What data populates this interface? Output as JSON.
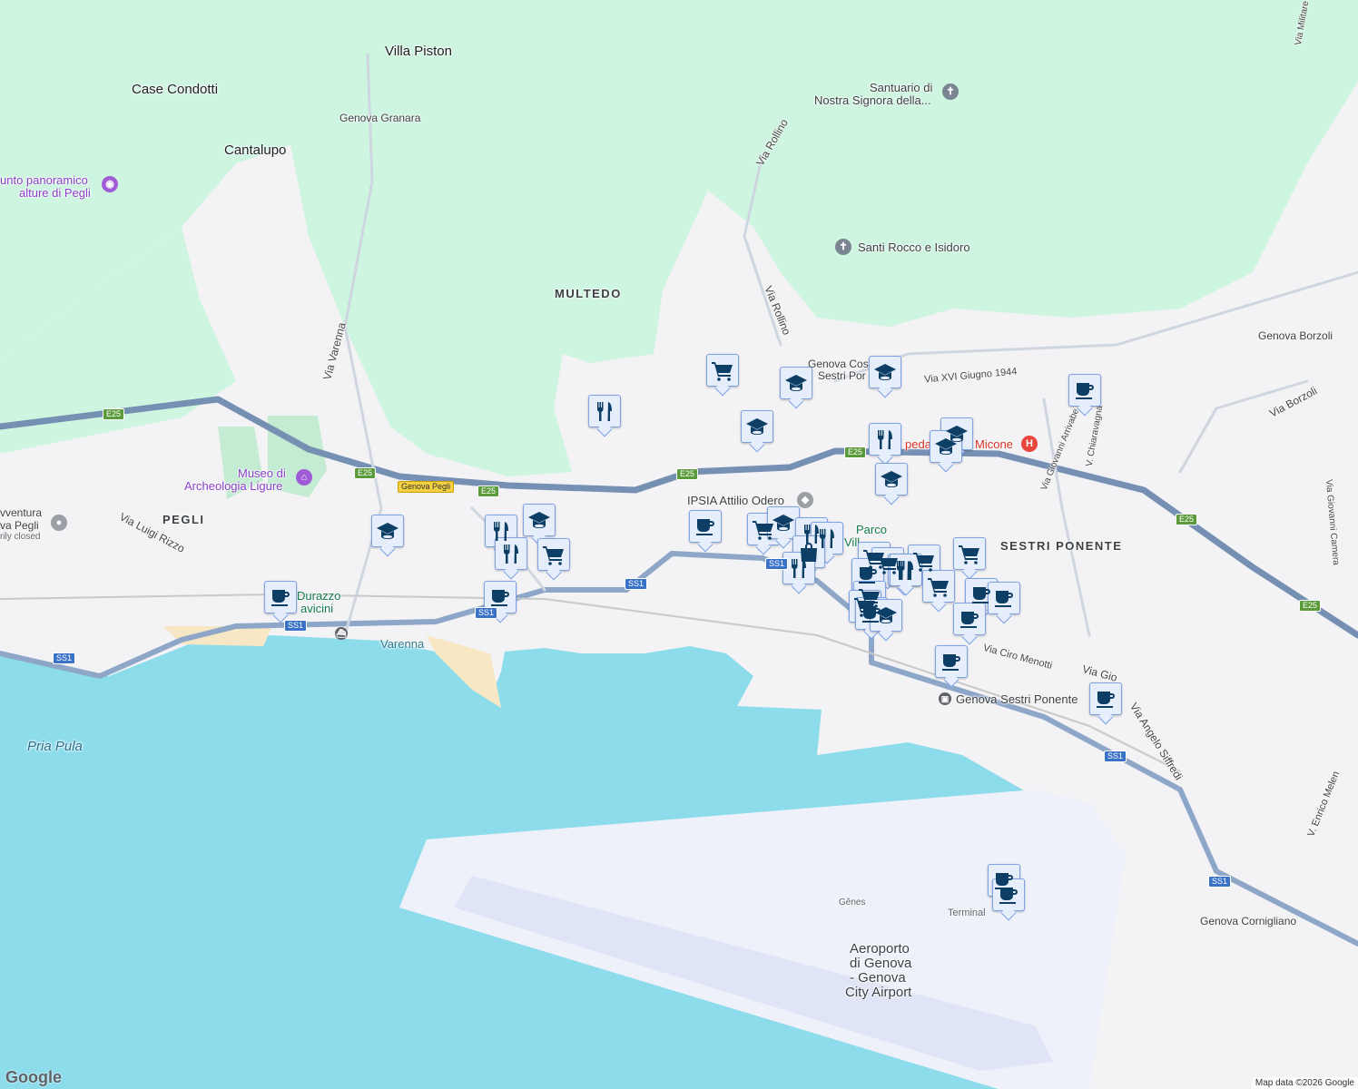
{
  "labels": {
    "villa_piston": "Villa Piston",
    "case_condotti": "Case Condotti",
    "cantalupo": "Cantalupo",
    "genova_granara": "Genova Granara",
    "punto_panoramico": "unto panoramico",
    "alture_pegli": "alture di Pegli",
    "santuario_1": "Santuario di",
    "santuario_2": "Nostra Signora della...",
    "santi_rocco": "Santi Rocco e Isidoro",
    "via_rollino_1": "Via Rollino",
    "via_rollino_2": "Via Rollino",
    "via_militare": "Via Militare",
    "multedo": "MULTEDO",
    "via_varenna": "Via Varenna",
    "genova_costa_1": "Genova Cos",
    "genova_costa_2": "Sestri Por",
    "via_xvi_giugno": "Via XVI Giugno 1944",
    "genova_borzoli": "Genova Borzoli",
    "via_borzoli": "Via Borzoli",
    "ospedale_1": "peda",
    "ospedale_2": "Micone",
    "via_arrivabene": "Via Giovanni Arrivabe",
    "via_chiaravagna": "V. Chiaravagna",
    "via_camera": "Via Giovanni Camera",
    "museo_1": "Museo di",
    "museo_2": "Archeologia Ligure",
    "pegli": "PEGLI",
    "via_luigi_rizzo": "Via Luigi Rizzo",
    "avventura_1": "vventura",
    "avventura_2": "va Pegli",
    "avventura_3": "rily closed",
    "ipsia": "IPSIA Attilio Odero",
    "parco_1": "Parco",
    "parco_2": "Vill",
    "sestri_ponente": "SESTRI PONENTE",
    "durazzo_1": "Durazzo",
    "durazzo_2": "avicini",
    "varenna": "Varenna",
    "via_ciro_menotti": "Via Ciro Menotti",
    "via_gio": "Via Gio",
    "genova_sestri": "Genova Sestri Ponente",
    "via_siffredi": "Via Angelo Siffredi",
    "via_enrico_melen": "V. Enrico Melen",
    "pria_pula": "Pria Pula",
    "genes": "Gênes",
    "terminal": "Terminal",
    "airport_1": "Aeroporto",
    "airport_2": "di Genova",
    "airport_3": "- Genova",
    "airport_4": "City Airport",
    "genova_cornigliano": "Genova Cornigliano"
  },
  "shields": {
    "e25": "E25",
    "ss1": "SS1",
    "genova_pegli_exit": "Genova Pegli"
  },
  "marker_types": [
    "cafe-icon",
    "restaurant-icon",
    "shopping-cart-icon",
    "school-icon",
    "shopping-bag-icon"
  ],
  "colors": {
    "land": "#f3f2f4",
    "green": "#cdf5e0",
    "sea": "#8ddcec",
    "highway": "#7690b4",
    "marker_fill": "#e6edfb",
    "marker_border": "#7ea2e4",
    "marker_icon": "#0d3f66"
  },
  "footer": {
    "logo": "Google",
    "attribution": "Map data ©2026 Google"
  }
}
